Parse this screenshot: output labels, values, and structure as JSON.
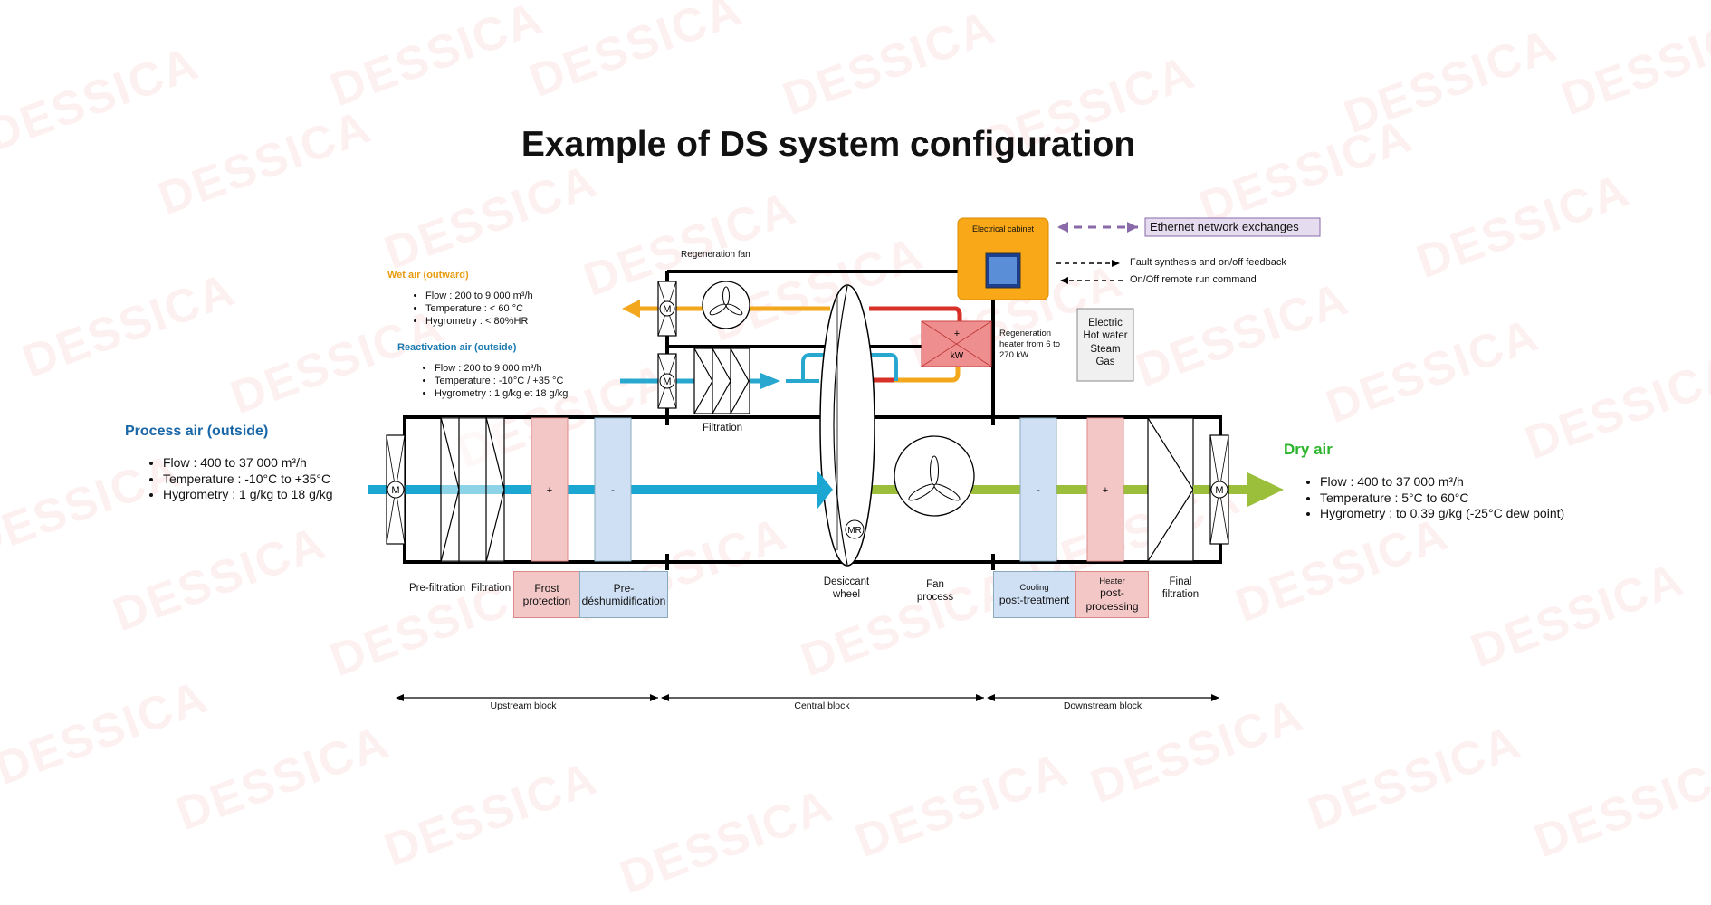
{
  "watermark": "DESSICA",
  "title": "Example of DS system configuration",
  "colors": {
    "process": "#1ba7d1",
    "dry": "#9bbf3b",
    "wet": "#f2a71d",
    "reactivation": "#29a8cf",
    "heater": "#f4c7c7",
    "cooling": "#cfe0f5",
    "cabinet": "#f9a818",
    "ethernet": "#8a6aa8",
    "process_title": "#1a67a8",
    "dry_title": "#2cb52c",
    "wet_title": "#e89c12",
    "react_title": "#1a7ab0"
  },
  "process_air": {
    "title": "Process air (outside)",
    "items": [
      "Flow : 400 to 37 000 m³/h",
      "Temperature : -10°C to +35°C",
      "Hygrometry : 1 g/kg to 18 g/kg"
    ]
  },
  "dry_air": {
    "title": "Dry air",
    "items": [
      "Flow : 400 to 37 000 m³/h",
      "Temperature : 5°C to 60°C",
      "Hygrometry : to 0,39 g/kg (-25°C dew point)"
    ]
  },
  "wet_air": {
    "title": "Wet air (outward)",
    "items": [
      "Flow : 200 to 9 000 m³/h",
      "Temperature : < 60 °C",
      "Hygrometry : < 80%HR"
    ]
  },
  "reactivation_air": {
    "title": "Reactivation air (outside)",
    "items": [
      "Flow : 200 to 9 000 m³/h",
      "Temperature : -10°C / +35 °C",
      "Hygrometry : 1 g/kg et 18 g/kg"
    ]
  },
  "labels": {
    "regeneration_fan": "Regeneration fan",
    "electrical_cabinet": "Electrical cabinet",
    "ethernet": "Ethernet network exchanges",
    "fault": "Fault synthesis and on/off feedback",
    "onoff": "On/Off remote run command",
    "regen_heater": "Regeneration heater from 6 to 270 kW",
    "energy": [
      "Electric",
      "Hot water",
      "Steam",
      "Gas"
    ],
    "filtration_top": "Filtration",
    "prefiltration": "Pre-filtration",
    "filtration": "Filtration",
    "frost": "Frost protection",
    "prede": "Pre-déshumidification",
    "desiccant": "Desiccant wheel",
    "fan_process": "Fan process",
    "cooling_small": "Cooling",
    "cooling": "post-treatment",
    "heater_small": "Heater",
    "heater": "post-processing",
    "final": "Final filtration",
    "motor": "M",
    "motor_wheel": "MR",
    "plus": "+",
    "minus": "-",
    "kw": "kW"
  },
  "blocks": [
    "Upstream block",
    "Central block",
    "Downstream block"
  ]
}
